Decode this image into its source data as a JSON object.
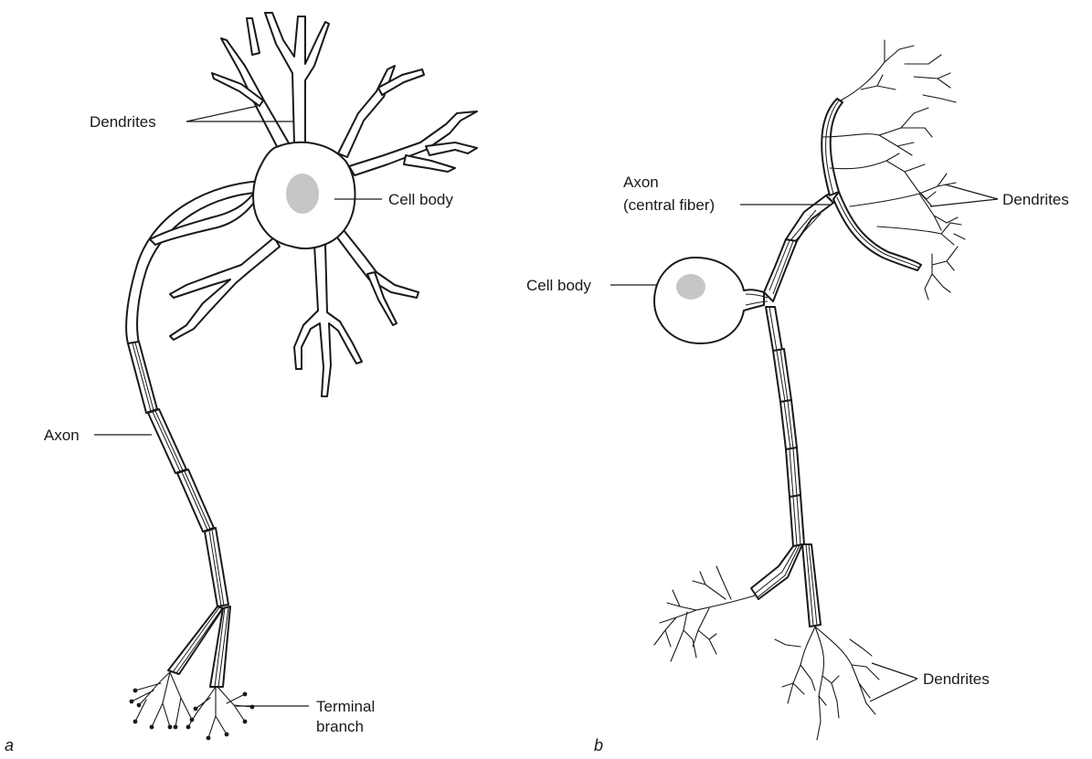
{
  "panel_a": {
    "letter": "a",
    "labels": {
      "dendrites": "Dendrites",
      "cell_body": "Cell body",
      "axon": "Axon",
      "terminal_branch_line1": "Terminal",
      "terminal_branch_line2": "branch"
    },
    "colors": {
      "nucleus": "#c6c6c6",
      "outline": "#1a1a1a"
    }
  },
  "panel_b": {
    "letter": "b",
    "labels": {
      "axon_line1": "Axon",
      "axon_line2": "(central fiber)",
      "dendrites_upper": "Dendrites",
      "cell_body": "Cell body",
      "dendrites_lower": "Dendrites"
    },
    "colors": {
      "nucleus": "#c6c6c6",
      "outline": "#1a1a1a"
    }
  }
}
